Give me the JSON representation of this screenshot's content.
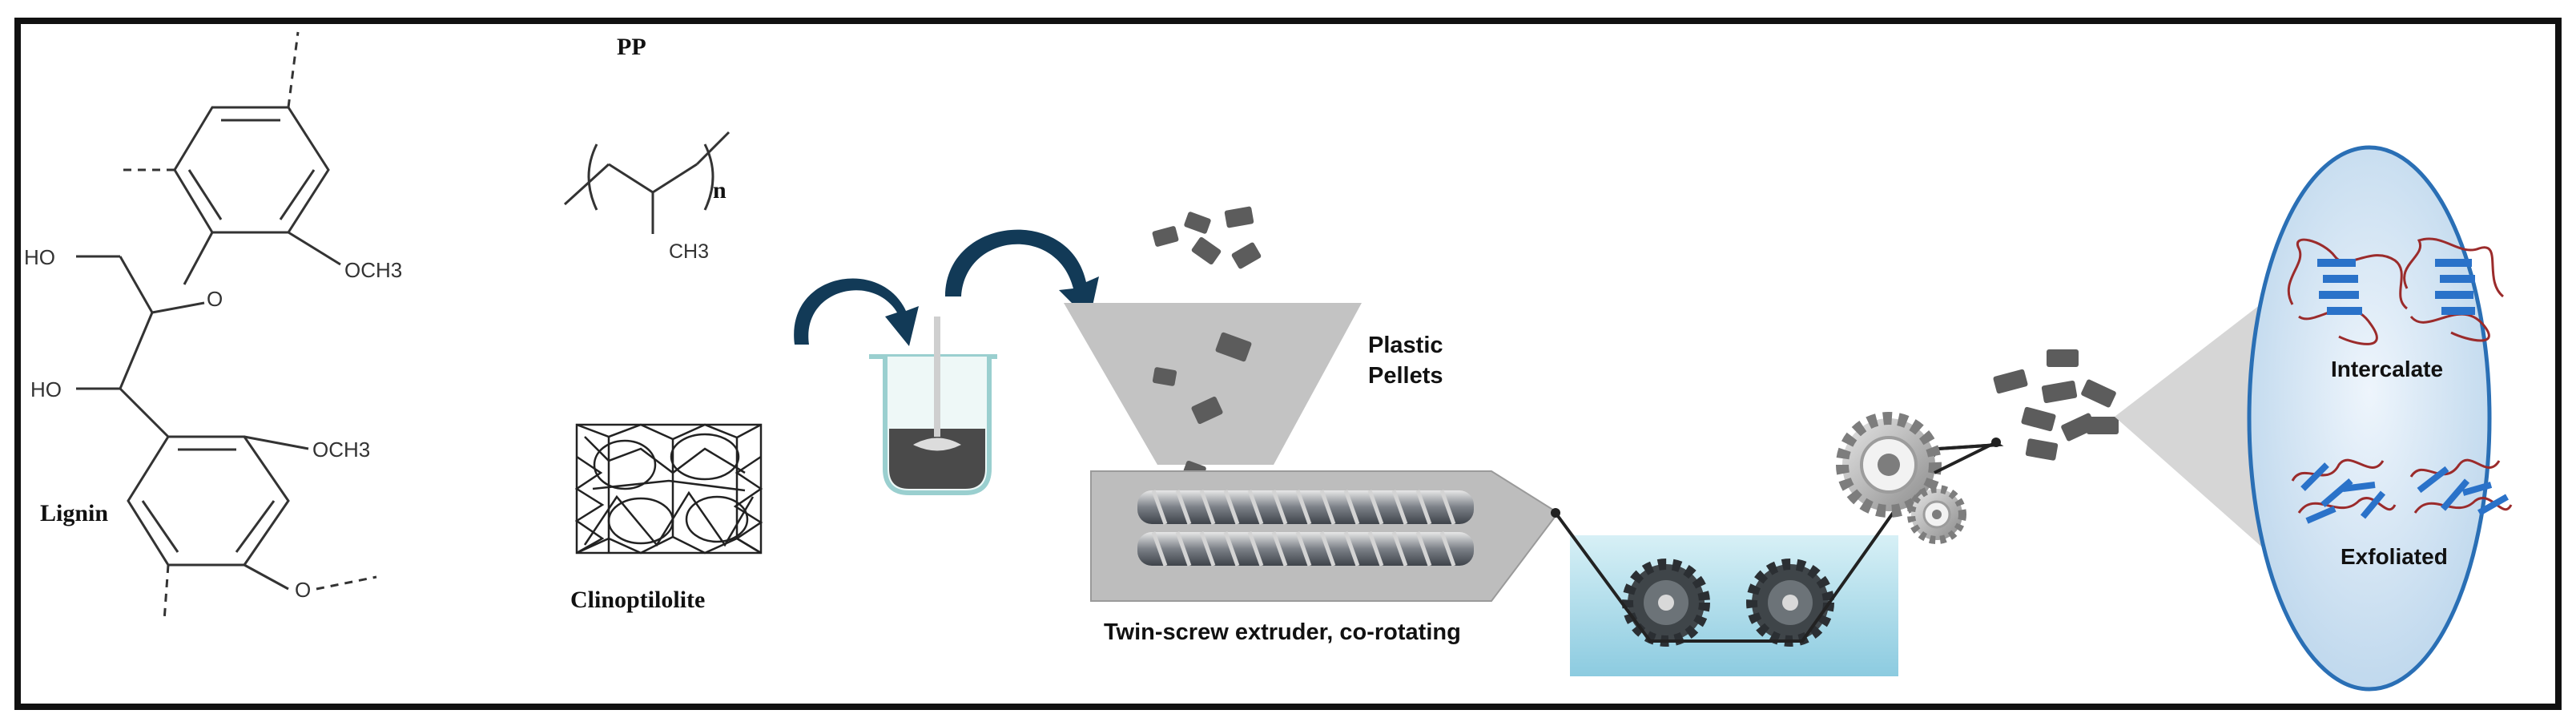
{
  "chemistry": {
    "pp": {
      "title": "PP",
      "subscript": "n",
      "methyl": "CH3"
    },
    "lignin": {
      "name": "Lignin",
      "ho_top": "HO",
      "ho_mid": "HO",
      "o_link": "O",
      "och3_top": "OCH3",
      "och3_mid": "OCH3",
      "o_bottom": "O"
    },
    "clinoptilolite": {
      "name": "Clinoptilolite"
    }
  },
  "process": {
    "pellets_label_line1": "Plastic",
    "pellets_label_line2": "Pellets",
    "extruder_label": "Twin-screw extruder, co-rotating"
  },
  "morphology": {
    "intercalate": "Intercalate",
    "exfoliated": "Exfoliated"
  },
  "colors": {
    "arrow": "#123a57",
    "hopper": "#c3c3c3",
    "extruder_body": "#bdbdbd",
    "water_bath": "#b7e2ee",
    "ellipse": "#dbe9f6",
    "pellet": "#5c5c5c",
    "clay": "#2a72c9",
    "polymer": "#9b2b2b"
  }
}
